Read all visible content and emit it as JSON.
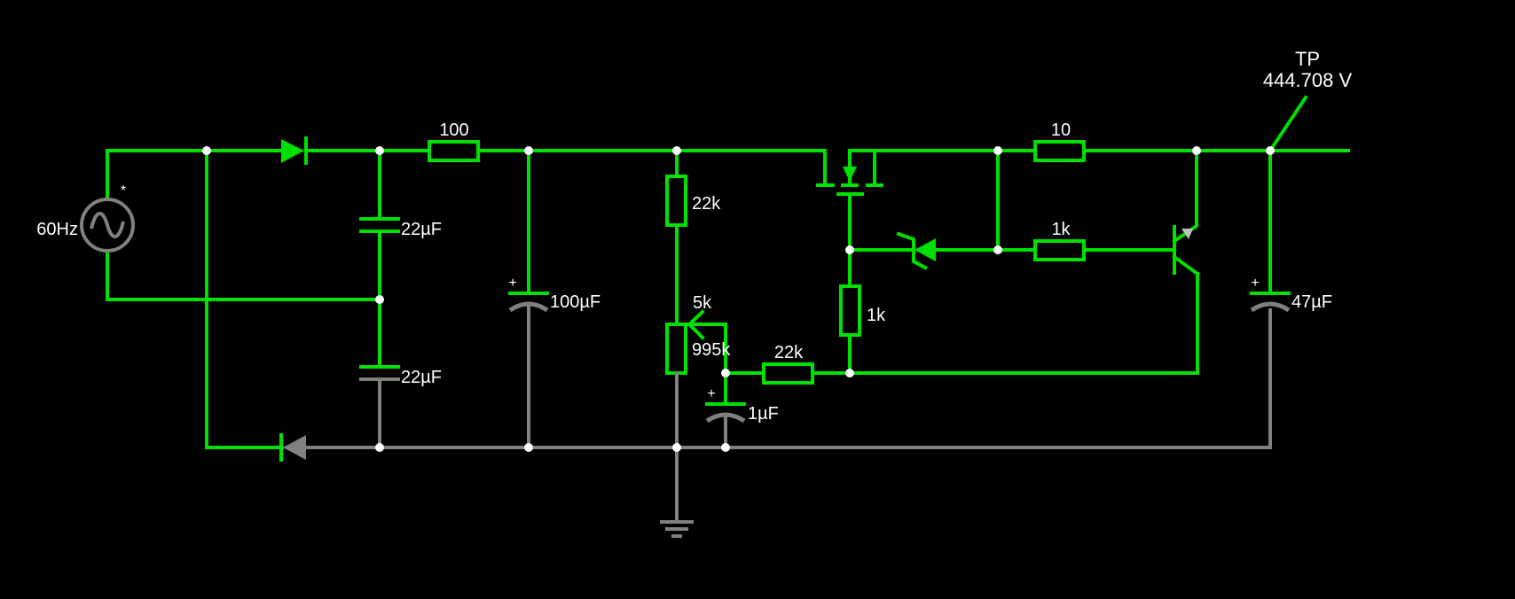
{
  "colors": {
    "background": "#000000",
    "wire_live": "#00e000",
    "wire_ground": "#808080",
    "node": "#ffffff",
    "text": "#ffffff"
  },
  "source": {
    "label": "60Hz",
    "marker": "*",
    "icon": "ac-sine-icon"
  },
  "components": {
    "c1": {
      "label": "22µF",
      "type": "capacitor"
    },
    "c2": {
      "label": "22µF",
      "type": "capacitor"
    },
    "r_series": {
      "label": "100",
      "type": "resistor"
    },
    "c_filter": {
      "label": "100µF",
      "type": "electrolytic-capacitor",
      "polarity": "+"
    },
    "r_divider_top": {
      "label": "22k",
      "type": "resistor"
    },
    "pot": {
      "label_top": "5k",
      "label_bottom": "995k",
      "type": "potentiometer"
    },
    "r_gate": {
      "label": "22k",
      "type": "resistor"
    },
    "c_soft": {
      "label": "1µF",
      "type": "electrolytic-capacitor",
      "polarity": "+"
    },
    "r_source": {
      "label": "1k",
      "type": "resistor"
    },
    "r_sense": {
      "label": "10",
      "type": "resistor"
    },
    "r_base": {
      "label": "1k",
      "type": "resistor"
    },
    "c_out": {
      "label": "47µF",
      "type": "electrolytic-capacitor",
      "polarity": "+"
    },
    "mosfet": {
      "type": "n-channel-mosfet"
    },
    "zener": {
      "type": "zener-diode"
    },
    "transistor": {
      "type": "pnp-transistor"
    },
    "d1": {
      "type": "diode"
    },
    "d2": {
      "type": "diode"
    },
    "ground": {
      "type": "ground"
    }
  },
  "probe": {
    "name": "TP",
    "value": "444.708 V"
  }
}
